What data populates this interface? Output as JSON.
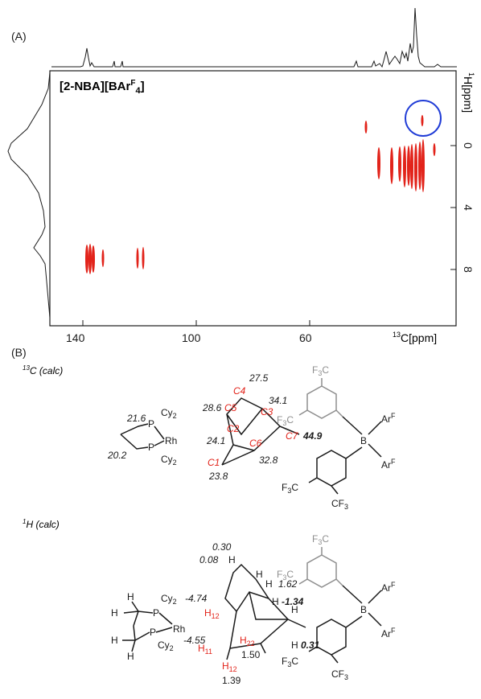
{
  "panel_a": {
    "label": "(A)",
    "compound": "[2-NBA][BAr",
    "compound_sup": "F",
    "compound_sub": "4",
    "compound_end": "]",
    "x_axis": {
      "unit_pre": "13",
      "unit": "C[ppm]",
      "ticks": [
        "140",
        "100",
        "60"
      ]
    },
    "y_axis": {
      "unit_pre": "1",
      "unit": "H[ppm]",
      "ticks": [
        "0",
        "4",
        "8"
      ]
    },
    "accent_color": "#e2231a",
    "circle_color": "#1f3bd6"
  },
  "panel_b": {
    "label": "(B)",
    "c13_title_sup": "13",
    "c13_title": "C (calc)",
    "h1_title_sup": "1",
    "h1_title": "H (calc)",
    "c_labels": {
      "c1": "C1",
      "c2": "C2",
      "c3": "C3",
      "c4": "C4",
      "c5": "C5",
      "c6": "C6",
      "c7": "C7"
    },
    "c_shifts": {
      "s1": "27.5",
      "s2": "28.6",
      "s3": "34.1",
      "s4": "21.6",
      "s5": "24.1",
      "s6": "44.9",
      "s7": "20.2",
      "s8": "32.8",
      "s9": "23.8"
    },
    "h_shifts": {
      "h1": "0.30",
      "h2": "0.08",
      "h3": "1.62",
      "h4": "-4.74",
      "h5": "-1.34",
      "h6": "-4.55",
      "h7": "0.31",
      "h8": "1.50",
      "h9": "1.39"
    },
    "h_labels": {
      "h12": "H",
      "h12_sub": "12",
      "h11": "H",
      "h11_sub": "11",
      "h22": "H",
      "h22_sub": "22"
    },
    "atoms": {
      "p": "P",
      "rh": "Rh",
      "b": "B",
      "h": "H",
      "cy": "Cy",
      "cy_sub": "2",
      "arf": "Ar",
      "arf_sup": "F",
      "f3c": "F",
      "f3c_sub": "3",
      "f3c_end": "C",
      "cf3": "CF",
      "cf3_sub": "3"
    }
  }
}
